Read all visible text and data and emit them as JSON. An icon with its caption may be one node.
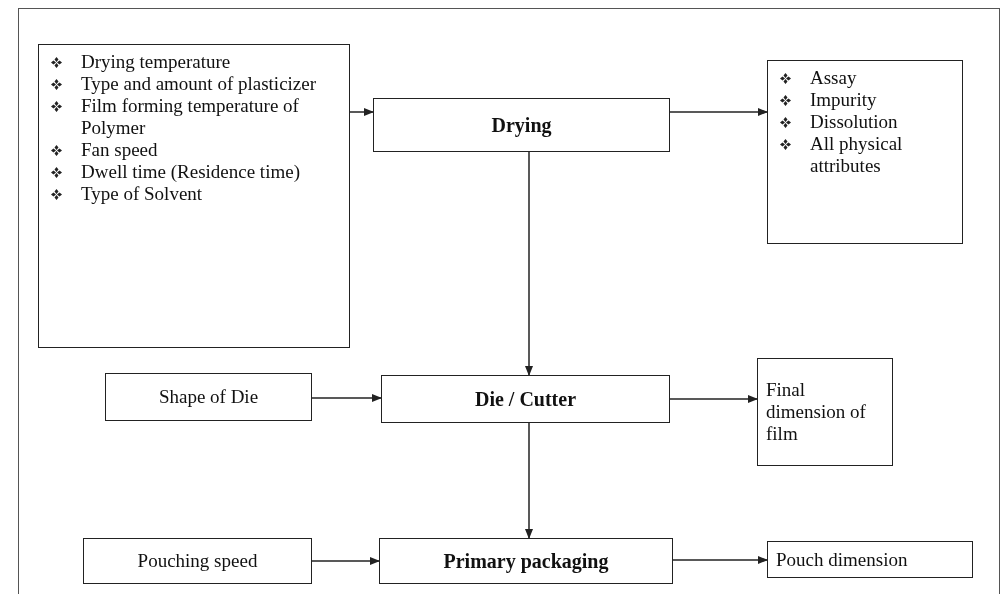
{
  "diagram": {
    "nodes": [
      {
        "text": [
          "Drying temperature",
          "Type and amount of plasticizer",
          "Film forming temperature of Polymer",
          "Fan speed",
          "Dwell time (Residence time)",
          "Type of Solvent"
        ]
      },
      {
        "text": [
          "Drying"
        ]
      },
      {
        "text": [
          "Assay",
          "Impurity",
          "Dissolution",
          "All physical attributes"
        ]
      },
      {
        "text": [
          "Shape of Die"
        ]
      },
      {
        "text": [
          "Die / Cutter"
        ]
      },
      {
        "text": [
          "Final dimension of film"
        ]
      },
      {
        "text": [
          "Pouching speed"
        ]
      },
      {
        "text": [
          "Primary packaging"
        ]
      },
      {
        "text": [
          "Pouch dimension"
        ]
      }
    ],
    "edges": [
      {
        "from": 0,
        "to": 1,
        "arrow": "to"
      },
      {
        "from": 1,
        "to": 2,
        "arrow": "to"
      },
      {
        "from": 1,
        "to": 4,
        "arrow": "to"
      },
      {
        "from": 3,
        "to": 4,
        "arrow": "to"
      },
      {
        "from": 4,
        "to": 5,
        "arrow": "to"
      },
      {
        "from": 4,
        "to": 7,
        "arrow": "to"
      },
      {
        "from": 6,
        "to": 7,
        "arrow": "to"
      },
      {
        "from": 7,
        "to": 8,
        "arrow": "to"
      }
    ]
  }
}
